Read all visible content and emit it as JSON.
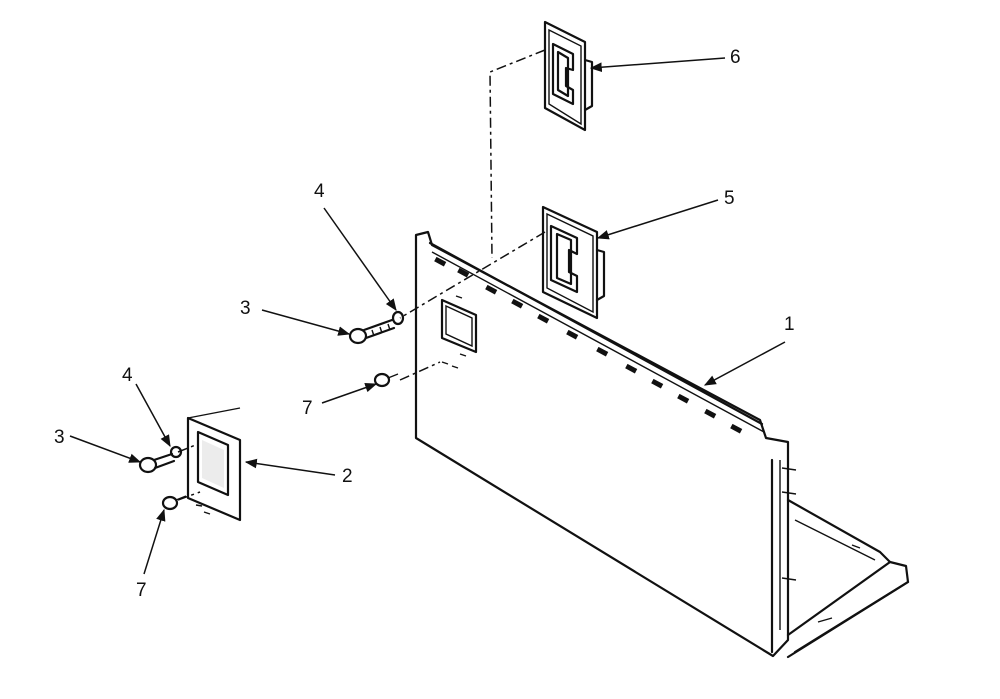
{
  "callouts": [
    {
      "id": "1",
      "label": "1"
    },
    {
      "id": "2",
      "label": "2"
    },
    {
      "id": "3a",
      "label": "3"
    },
    {
      "id": "3b",
      "label": "3"
    },
    {
      "id": "4a",
      "label": "4"
    },
    {
      "id": "4b",
      "label": "4"
    },
    {
      "id": "5",
      "label": "5"
    },
    {
      "id": "6",
      "label": "6"
    },
    {
      "id": "7a",
      "label": "7"
    },
    {
      "id": "7b",
      "label": "7"
    }
  ]
}
